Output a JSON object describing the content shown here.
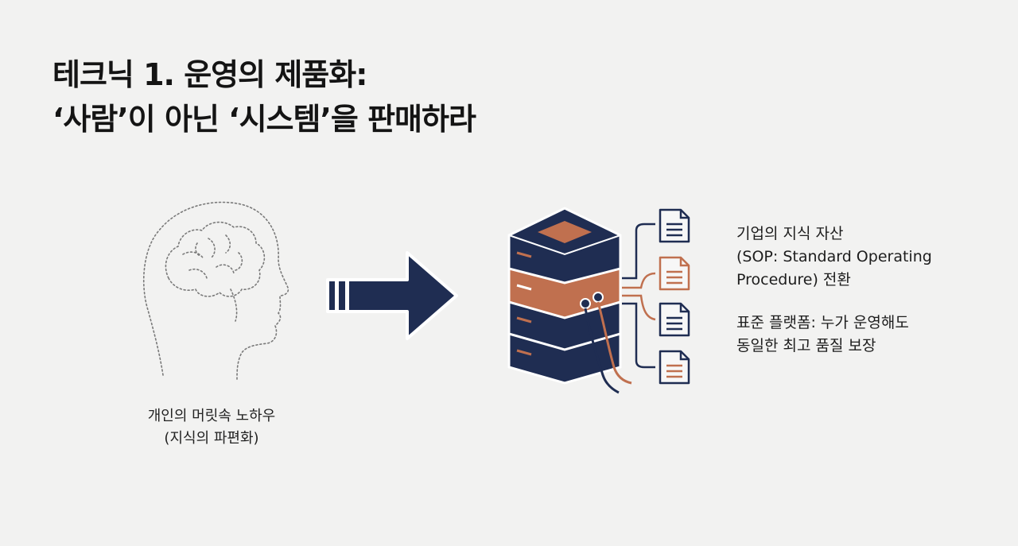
{
  "title": {
    "line1": "테크닉 1. 운영의 제품화:",
    "line2": "‘사람’이 아닌 ‘시스템’을 판매하라"
  },
  "left_caption": {
    "line1": "개인의 머릿속 노하우",
    "line2": "(지식의 파편화)"
  },
  "right_caption": {
    "line1": "기업의 지식 자산",
    "line2": "(SOP: Standard Operating",
    "line3": "Procedure) 전환",
    "line4": "표준 플랫폼: 누가 운영해도",
    "line5": "동일한 최고 품질 보장"
  },
  "colors": {
    "navy": "#1f2d52",
    "copper": "#c0704f",
    "background": "#f2f2f1"
  },
  "icons": [
    "head-brain-icon",
    "arrow-right-icon",
    "server-stack-icon",
    "document-icon"
  ]
}
